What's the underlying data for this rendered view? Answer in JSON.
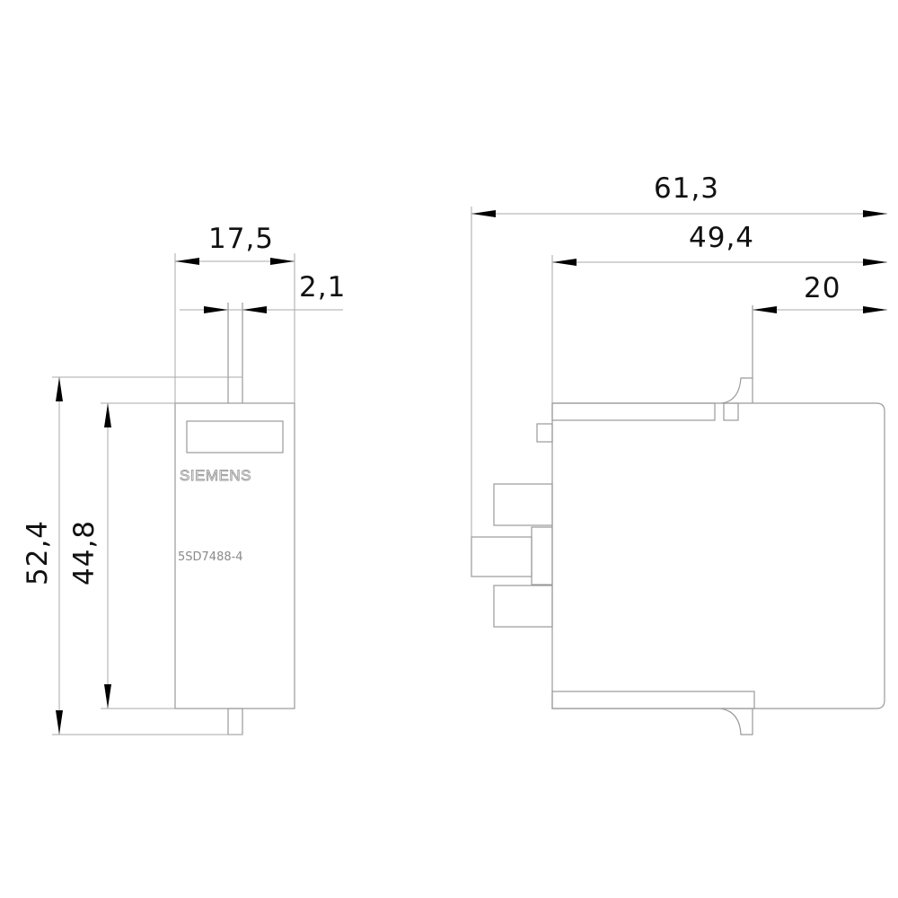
{
  "drawing": {
    "type": "technical dimension drawing",
    "front_view": {
      "brand": "SIEMENS",
      "part_number": "5SD7488-4",
      "dimensions": {
        "width": "17,5",
        "pin_offset": "2,1",
        "total_height": "52,4",
        "body_height": "44,8"
      }
    },
    "side_view": {
      "dimensions": {
        "total_depth": "61,3",
        "body_depth": "49,4",
        "front_depth": "20"
      }
    }
  },
  "colors": {
    "outline": "#9a9a9a",
    "dimension_line": "#a8a8a8",
    "arrow": "#000000",
    "text": "#111111"
  }
}
